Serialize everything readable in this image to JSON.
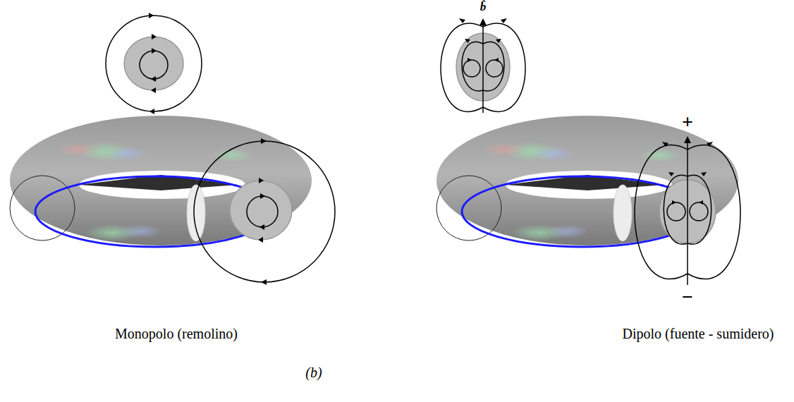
{
  "diagram": {
    "labels": [
      "Monopolo (remolino)",
      "Dipolo (fuente - sumidero)",
      "(b)",
      "b̂",
      "+",
      "−"
    ]
  }
}
